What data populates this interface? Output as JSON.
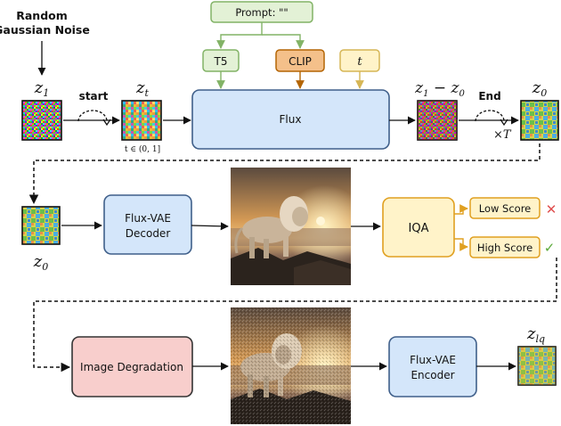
{
  "labels": {
    "noise_title_line1": "Random",
    "noise_title_line2": "Gaussian Noise",
    "start": "start",
    "end": "End",
    "z1": "z",
    "z1_sub": "1",
    "zt": "z",
    "zt_sub": "t",
    "z1_minus_z0": "z",
    "z1_minus_z0_sub1": "1",
    "z1_minus_z0_op": " − z",
    "z1_minus_z0_sub2": "0",
    "z0_top": "z",
    "z0_top_sub": "0",
    "z0_left": "z",
    "z0_left_sub": "0",
    "zlq": "z",
    "zlq_sub": "lq",
    "t_range": "t ∈ (0, 1]",
    "times_T": "×T"
  },
  "boxes": {
    "prompt": "Prompt: \"\"",
    "t5": "T5",
    "clip": "CLIP",
    "t": "t",
    "flux": "Flux",
    "decoder_line1": "Flux-VAE",
    "decoder_line2": "Decoder",
    "iqa": "IQA",
    "low_score": "Low Score",
    "high_score": "High Score",
    "degradation": "Image Degradation",
    "encoder_line1": "Flux-VAE",
    "encoder_line2": "Encoder"
  },
  "symbols": {
    "reject": "✕",
    "accept": "✓"
  },
  "colors": {
    "green_fill": "#e3f1d6",
    "green_stroke": "#82b366",
    "orange_fill": "#f4c08a",
    "orange_stroke": "#b46504",
    "yellow_fill": "#fff3c9",
    "yellow_stroke": "#d6b656",
    "blue_fill": "#d4e6fa",
    "blue_stroke": "#3f5f8a",
    "pink_fill": "#f8cecc",
    "reject": "#e05050",
    "accept": "#5aaa3a"
  }
}
